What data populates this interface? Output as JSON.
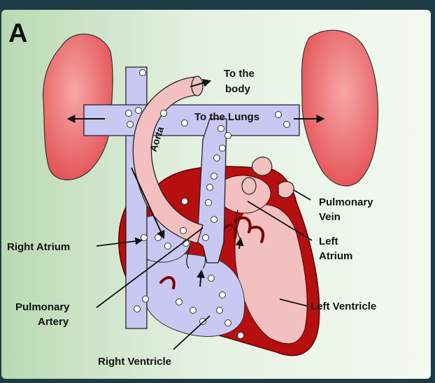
{
  "panel_letter": "A",
  "labels": {
    "to_the_body_line1": "To the",
    "to_the_body_line2": "body",
    "to_the_lungs": "To the Lungs",
    "aorta": "Aorta",
    "pulmonary_vein_line1": "Pulmonary",
    "pulmonary_vein_line2": "Vein",
    "left_atrium_line1": "Left",
    "left_atrium_line2": "Atrium",
    "right_atrium": "Right Atrium",
    "pulmonary_artery_line1": "Pulmonary",
    "pulmonary_artery_line2": "Artery",
    "left_ventricle": "Left Ventricle",
    "right_ventricle": "Right Ventricle"
  },
  "colors": {
    "frame": "#1c3b44",
    "background_light": "#eef6ec",
    "background_green": "#b9d9b2",
    "lung": "#e8575a",
    "heart_outer": "#b30d0d",
    "heart_dark": "#8a0505",
    "oxygenated_blood": "#f4bfc0",
    "deoxygenated_blood": "#c9c8f3",
    "vessel_outline": "#222222"
  }
}
